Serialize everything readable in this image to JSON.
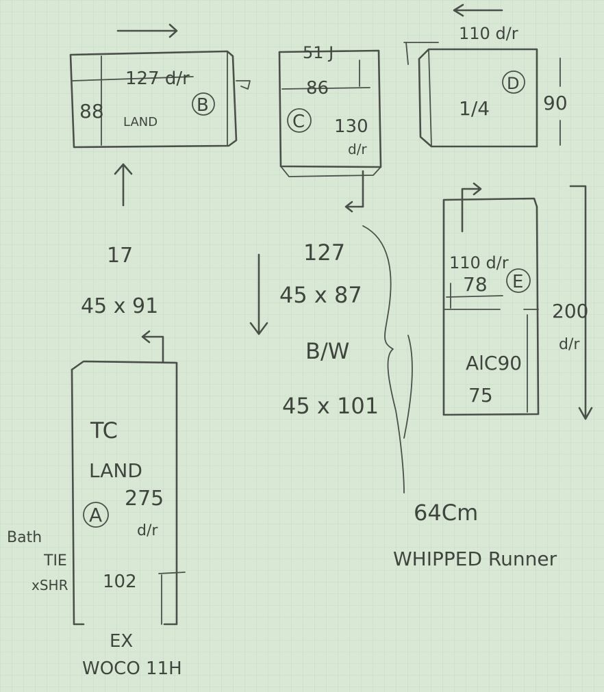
{
  "colors": {
    "paper": "#d8e8d4",
    "grid": "#b9cfbb",
    "ink": "#4a4f4a"
  },
  "blocks": {
    "b": {
      "width": "127 d/r",
      "height": "88",
      "note": "LAND",
      "id": "B"
    },
    "c": {
      "top": "51 J",
      "width": "86",
      "height": "130",
      "note": "d/r",
      "id": "C"
    },
    "d": {
      "top": "110 d/r",
      "label": "1/4",
      "height": "90",
      "id": "D"
    },
    "e": {
      "top": "110 d/r",
      "width": "78",
      "id": "E",
      "alcove": "AlC90",
      "alcove_depth": "75",
      "height": "200",
      "note": "d/r"
    },
    "a": {
      "title": "TC",
      "note": "LAND",
      "id": "A",
      "height": "275",
      "unit": "d/r",
      "width": "102",
      "side_note_1": "Bath",
      "side_note_2": "TIE",
      "side_note_3": "xSHR",
      "footer_1": "EX",
      "footer_2": "WOCO 11H"
    }
  },
  "corridor": {
    "left_val_1": "17",
    "left_val_2": "45 x 91",
    "mid_val_1": "127",
    "mid_val_2": "45 x 87",
    "mid_val_3": "B/W",
    "mid_val_4": "45 x 101",
    "length": "64Cm",
    "runner": "WHIPPED Runner"
  }
}
